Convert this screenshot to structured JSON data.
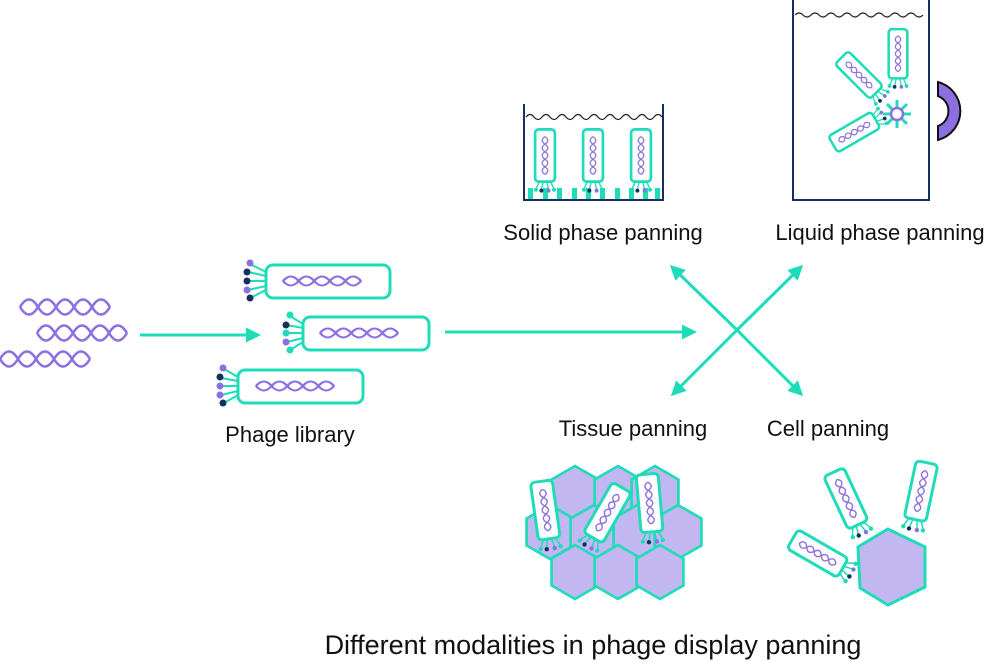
{
  "title": "Different modalities in phage display panning",
  "labels": {
    "phage_library": "Phage library",
    "solid_phase": "Solid phase panning",
    "liquid_phase": "Liquid phase panning",
    "tissue": "Tissue panning",
    "cell": "Cell panning"
  },
  "colors": {
    "teal": "#1fdcb8",
    "purple": "#8c6fe0",
    "lavender": "#c3b7f2",
    "navy": "#14305e",
    "text": "#111111"
  }
}
